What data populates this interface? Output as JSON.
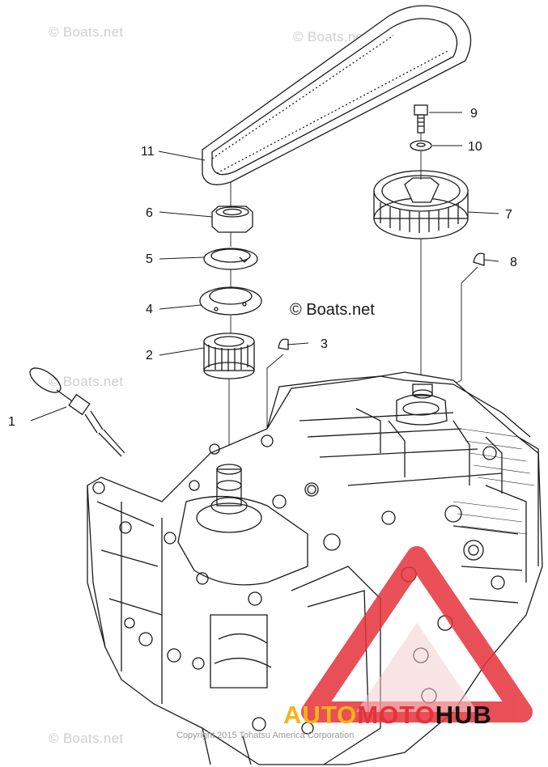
{
  "watermark_text": "© Boats.net",
  "overlay_watermark": "© Boats.net",
  "copyright": "Copyright 2015 Tohatsu America Corporation",
  "brand": {
    "part1": "AUTO",
    "part2": "MOTO",
    "part3": "HUB",
    "colors": {
      "auto": "#f5b416",
      "moto": "#e5313a",
      "hub": "#111111",
      "triangle": "#e5313a"
    }
  },
  "callouts": [
    {
      "id": "1",
      "label": "1"
    },
    {
      "id": "2",
      "label": "2"
    },
    {
      "id": "3",
      "label": "3"
    },
    {
      "id": "4",
      "label": "4"
    },
    {
      "id": "5",
      "label": "5"
    },
    {
      "id": "6",
      "label": "6"
    },
    {
      "id": "7",
      "label": "7"
    },
    {
      "id": "8",
      "label": "8"
    },
    {
      "id": "9",
      "label": "9"
    },
    {
      "id": "10",
      "label": "10"
    },
    {
      "id": "11",
      "label": "11"
    }
  ]
}
